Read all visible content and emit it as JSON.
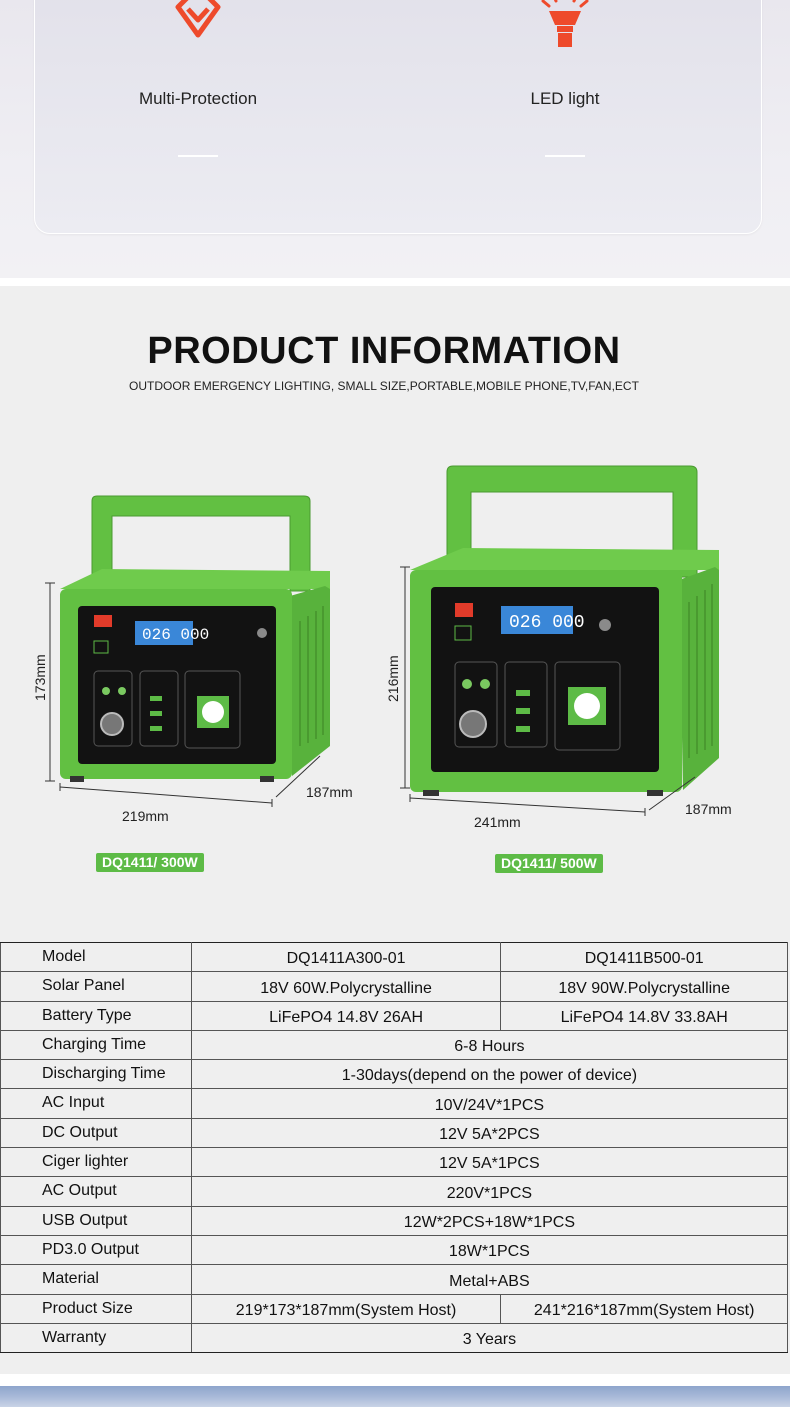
{
  "features": [
    {
      "label": "Multi-Protection",
      "icon": "diamond-shield-icon"
    },
    {
      "label": "LED light",
      "icon": "flashlight-icon"
    }
  ],
  "colors": {
    "accent": "#ee4a2b",
    "product_green": "#5dbb46",
    "section_bg": "#efefef"
  },
  "info": {
    "title": "PRODUCT INFORMATION",
    "subtitle": "OUTDOOR EMERGENCY LIGHTING, SMALL SIZE,PORTABLE,MOBILE PHONE,TV,FAN,ECT"
  },
  "products": [
    {
      "height_label": "173mm",
      "width_label": "219mm",
      "depth_label": "187mm",
      "badge": "DQ1411/ 300W"
    },
    {
      "height_label": "216mm",
      "width_label": "241mm",
      "depth_label": "187mm",
      "badge": "DQ1411/ 500W"
    }
  ],
  "spec": [
    {
      "key": "Model",
      "values": [
        "DQ1411A300-01",
        "DQ1411B500-01"
      ]
    },
    {
      "key": "Solar Panel",
      "values": [
        "18V 60W.Polycrystalline",
        "18V 90W.Polycrystalline"
      ]
    },
    {
      "key": "Battery Type",
      "values": [
        "LiFePO4 14.8V 26AH",
        "LiFePO4 14.8V 33.8AH"
      ]
    },
    {
      "key": "Charging Time",
      "values": [
        "6-8 Hours"
      ]
    },
    {
      "key": "Discharging Time",
      "values": [
        "1-30days(depend on the power of device)"
      ]
    },
    {
      "key": "AC Input",
      "values": [
        "10V/24V*1PCS"
      ]
    },
    {
      "key": "DC Output",
      "values": [
        "12V 5A*2PCS"
      ]
    },
    {
      "key": "Ciger lighter",
      "values": [
        "12V 5A*1PCS"
      ]
    },
    {
      "key": "AC Output",
      "values": [
        "220V*1PCS"
      ]
    },
    {
      "key": "USB Output",
      "values": [
        "12W*2PCS+18W*1PCS"
      ]
    },
    {
      "key": "PD3.0 Output",
      "values": [
        "18W*1PCS"
      ]
    },
    {
      "key": "Material",
      "values": [
        "Metal+ABS"
      ]
    },
    {
      "key": "Product Size",
      "values": [
        "219*173*187mm(System Host)",
        "241*216*187mm(System Host)"
      ]
    },
    {
      "key": "Warranty",
      "values": [
        "3 Years"
      ]
    }
  ]
}
